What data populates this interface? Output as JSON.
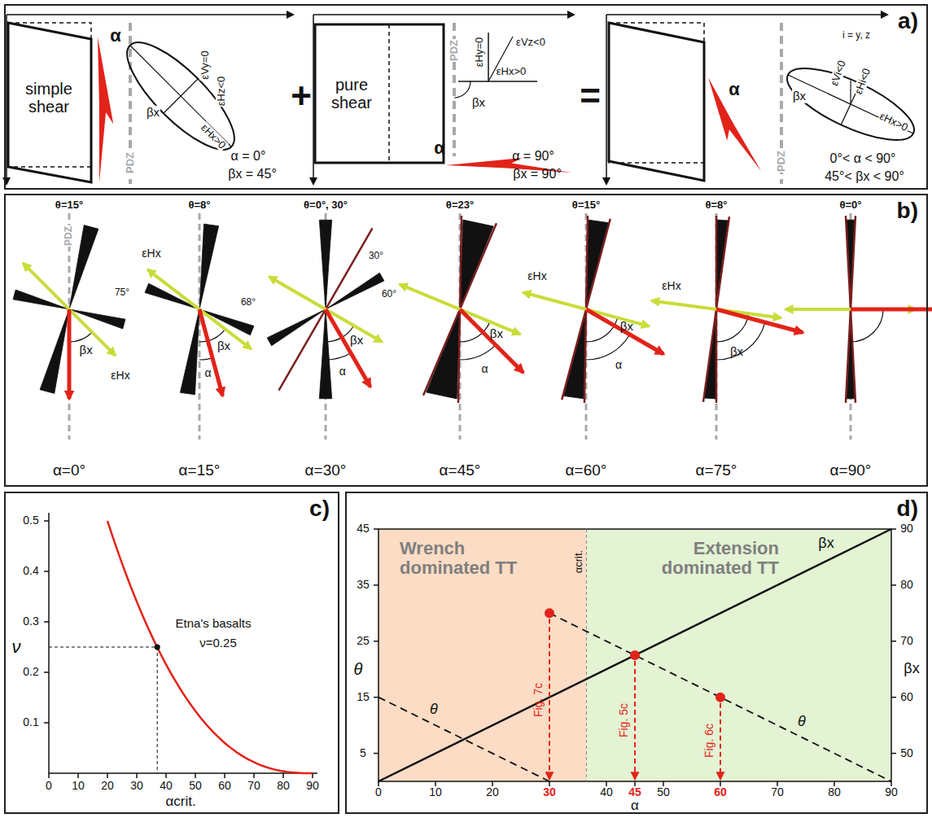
{
  "diagram": {
    "nodes": [
      {
        "text": [
          "a)"
        ]
      },
      {
        "text": [
          "b)"
        ]
      },
      {
        "text": [
          "c)"
        ]
      },
      {
        "text": [
          "d)"
        ]
      },
      {
        "text": [
          "Wrench dominated TT"
        ],
        "in": 3
      },
      {
        "text": [
          "Extension dominated TT"
        ],
        "in": 3
      }
    ],
    "labels": [
      "simple shear",
      "α",
      "εVy=0",
      "εHz<0",
      "εHx>0",
      "PDZ",
      "α = 0°",
      "βx = 45°",
      "+",
      "pure shear",
      "PDZ",
      "εHy=0",
      "εVz<0",
      "εHx>0",
      "βx",
      "α",
      "α = 90°",
      "βx = 90°",
      "=",
      "α",
      "i = y, z",
      "εVi<0",
      "εHi<0",
      "εHx>0",
      "βx",
      "PDZ",
      "0°< α < 90°",
      "45°< βx < 90°",
      "βx",
      "θ=15°",
      "θ=8°",
      "θ=0°, 30°",
      "θ=23°",
      "θ=15°",
      "θ=8°",
      "θ=0°",
      "PDZ",
      "α=0°",
      "α=15°",
      "α=30°",
      "α=45°",
      "α=60°",
      "α=75°",
      "α=90°",
      "εHx",
      "75°",
      "βx",
      "εHx",
      "68°",
      "βx",
      "α",
      "30°",
      "60°",
      "βx",
      "α",
      "βx",
      "α",
      "εHx",
      "βx",
      "α",
      "εHx",
      "βx",
      "0.5",
      "0.4",
      "0.3",
      "0.2",
      "0.1",
      "0",
      "10",
      "20",
      "30",
      "40",
      "50",
      "60",
      "70",
      "80",
      "90",
      "ν",
      "αcrit.",
      "Etna's basalts",
      "ν=0.25",
      "45",
      "35",
      "25",
      "15",
      "5",
      "θ",
      "90",
      "80",
      "70",
      "60",
      "50",
      "βx",
      "0",
      "10",
      "20",
      "30",
      "40",
      "45",
      "50",
      "60",
      "70",
      "80",
      "90",
      "α",
      "αcrit.",
      "Fig. 7c",
      "Fig. 5c",
      "Fig. 6c",
      "βx",
      "θ",
      "θ"
    ]
  }
}
